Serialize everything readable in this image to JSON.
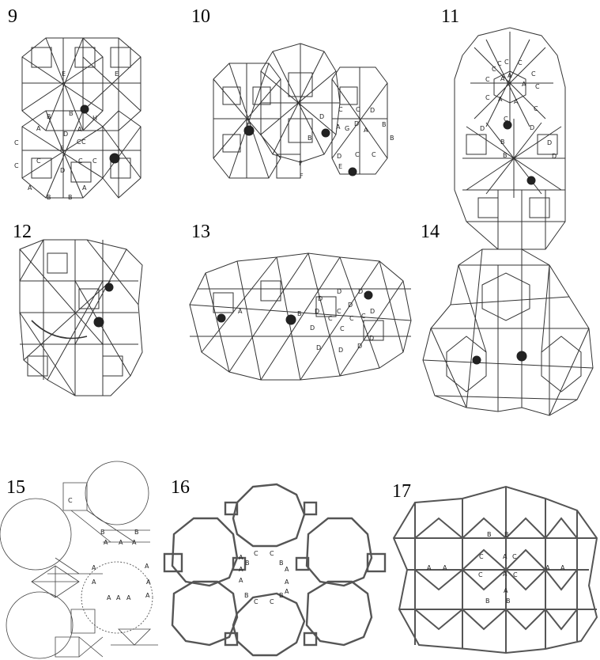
{
  "panels": [
    {
      "number": "9",
      "letters": [
        "E",
        "E",
        "B",
        "B",
        "H",
        "A",
        "D",
        "A",
        "C",
        "C",
        "C",
        "C",
        "E",
        "C",
        "D",
        "C",
        "C",
        "A",
        "B",
        "B",
        "A"
      ]
    },
    {
      "number": "10",
      "letters": [
        "G",
        "D",
        "C",
        "C",
        "D",
        "A",
        "G",
        "A",
        "B",
        "B",
        "D",
        "B",
        "D",
        "E",
        "C",
        "C",
        "F",
        "F"
      ]
    },
    {
      "number": "11",
      "letters": [
        "C",
        "C",
        "C",
        "C",
        "A",
        "A",
        "C",
        "C",
        "A",
        "C",
        "C",
        "A",
        "A",
        "C",
        "D",
        "C",
        "D",
        "D",
        "B",
        "B",
        "D"
      ]
    },
    {
      "number": "12",
      "letters": []
    },
    {
      "number": "13",
      "letters": [
        "A",
        "B",
        "D",
        "D",
        "D",
        "D",
        "D",
        "C",
        "D",
        "C",
        "C",
        "C",
        "D",
        "D",
        "C",
        "D",
        "D",
        "D",
        "D"
      ]
    },
    {
      "number": "14",
      "letters": []
    },
    {
      "number": "15",
      "letters": [
        "C",
        "B",
        "B",
        "A",
        "A",
        "A",
        "A",
        "A",
        "A",
        "A",
        "A",
        "A",
        "A",
        "A"
      ]
    },
    {
      "number": "16",
      "letters": [
        "A",
        "B",
        "C",
        "C",
        "B",
        "A",
        "A",
        "A",
        "A",
        "A",
        "B",
        "C",
        "C",
        "B"
      ]
    },
    {
      "number": "17",
      "letters": [
        "B",
        "B",
        "C",
        "C",
        "A",
        "A",
        "A",
        "A",
        "A",
        "A",
        "C",
        "A",
        "C",
        "B",
        "B"
      ]
    }
  ]
}
